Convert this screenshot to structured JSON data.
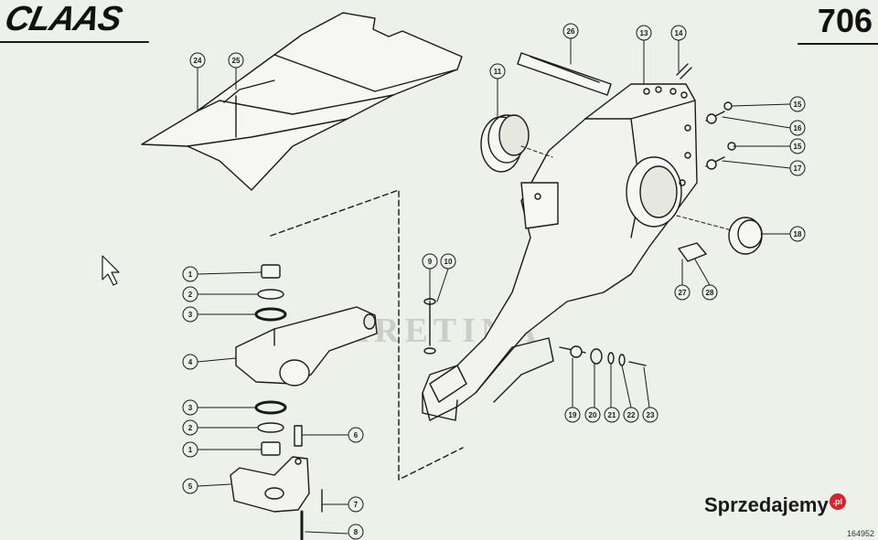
{
  "header": {
    "logo": "CLAAS",
    "page_number": "706"
  },
  "footer": {
    "doc_code": "164952",
    "brand": "Sprzedajemy",
    "brand_suffix": ".pl"
  },
  "watermark": "KARETINA",
  "part_labels": {
    "l1a": "1",
    "l2a": "2",
    "l3a": "3",
    "l4": "4",
    "l3b": "3",
    "l2b": "2",
    "l1b": "1",
    "l5": "5",
    "l6": "6",
    "l7": "7",
    "l8": "8",
    "l9": "9",
    "l10": "10",
    "l11": "11",
    "l13": "13",
    "l14": "14",
    "l15a": "15",
    "l16": "16",
    "l15b": "15",
    "l17": "17",
    "l18": "18",
    "l19": "19",
    "l20": "20",
    "l21": "21",
    "l22": "22",
    "l23": "23",
    "l24": "24",
    "l25": "25",
    "l26": "26",
    "l27": "27",
    "l28": "28"
  },
  "colors": {
    "ink": "#1a1a1a",
    "paper": "#eef0ea"
  }
}
